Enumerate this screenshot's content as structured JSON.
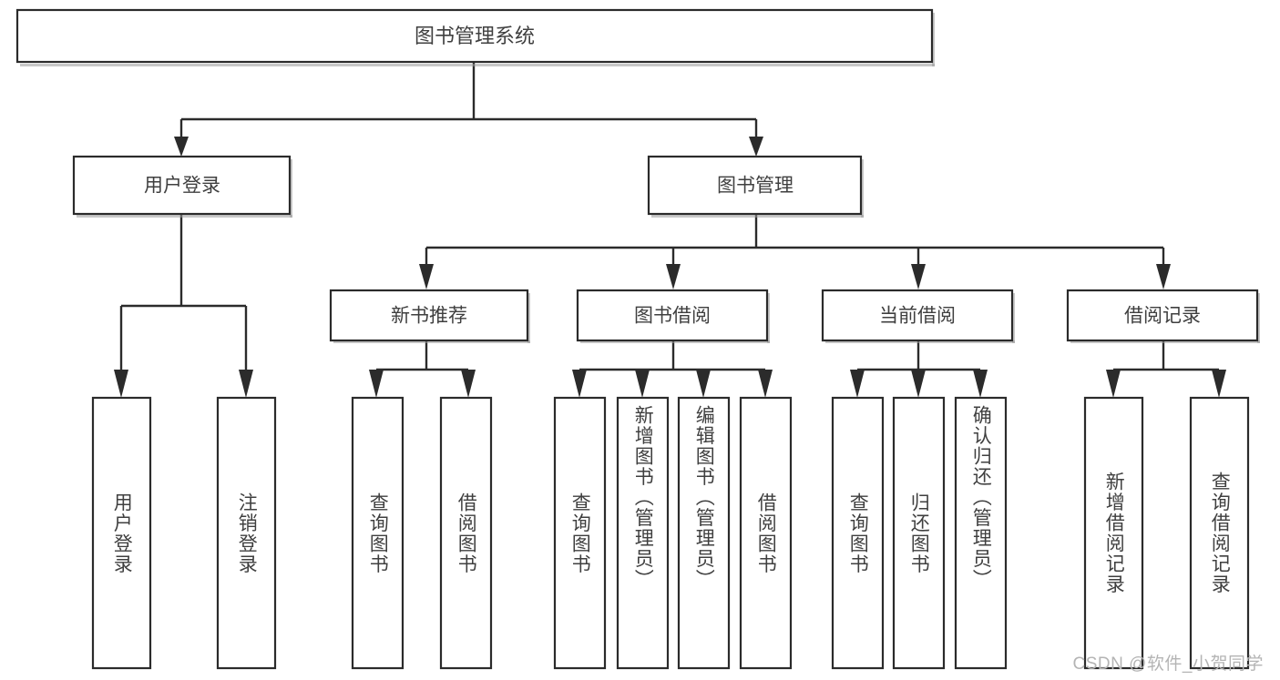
{
  "diagram": {
    "type": "tree",
    "title": "图书管理系统",
    "orientation": "top-down",
    "colors": {
      "background": "#ffffff",
      "box_stroke": "#2b2b2b",
      "box_fill": "#ffffff",
      "connector": "#2b2b2b",
      "text": "#3f3f3f",
      "watermark": "#b4b4b4"
    },
    "root": {
      "id": "root",
      "label": "图书管理系统"
    },
    "level2": [
      {
        "id": "user-login",
        "label": "用户登录"
      },
      {
        "id": "book-manage",
        "label": "图书管理"
      }
    ],
    "level3": [
      {
        "id": "new-book-recommend",
        "label": "新书推荐",
        "parent": "book-manage"
      },
      {
        "id": "book-borrow",
        "label": "图书借阅",
        "parent": "book-manage"
      },
      {
        "id": "current-borrow",
        "label": "当前借阅",
        "parent": "book-manage"
      },
      {
        "id": "borrow-record",
        "label": "借阅记录",
        "parent": "book-manage"
      }
    ],
    "leaves": {
      "user-login": [
        {
          "id": "leaf-user-login",
          "label": "用户登录"
        },
        {
          "id": "leaf-logout",
          "label": "注销登录"
        }
      ],
      "new-book-recommend": [
        {
          "id": "leaf-query-book-1",
          "label": "查询图书"
        },
        {
          "id": "leaf-borrow-book-1",
          "label": "借阅图书"
        }
      ],
      "book-borrow": [
        {
          "id": "leaf-query-book-2",
          "label": "查询图书"
        },
        {
          "id": "leaf-add-book",
          "label": "新增图书（管理员）"
        },
        {
          "id": "leaf-edit-book",
          "label": "编辑图书（管理员）"
        },
        {
          "id": "leaf-borrow-book-2",
          "label": "借阅图书"
        }
      ],
      "current-borrow": [
        {
          "id": "leaf-query-book-3",
          "label": "查询图书"
        },
        {
          "id": "leaf-return-book",
          "label": "归还图书"
        },
        {
          "id": "leaf-confirm-return",
          "label": "确认归还（管理员）"
        }
      ],
      "borrow-record": [
        {
          "id": "leaf-add-record",
          "label": "新增借阅记录"
        },
        {
          "id": "leaf-query-record",
          "label": "查询借阅记录"
        }
      ]
    }
  },
  "watermark": {
    "text": "CSDN @软件_小贺同学"
  }
}
